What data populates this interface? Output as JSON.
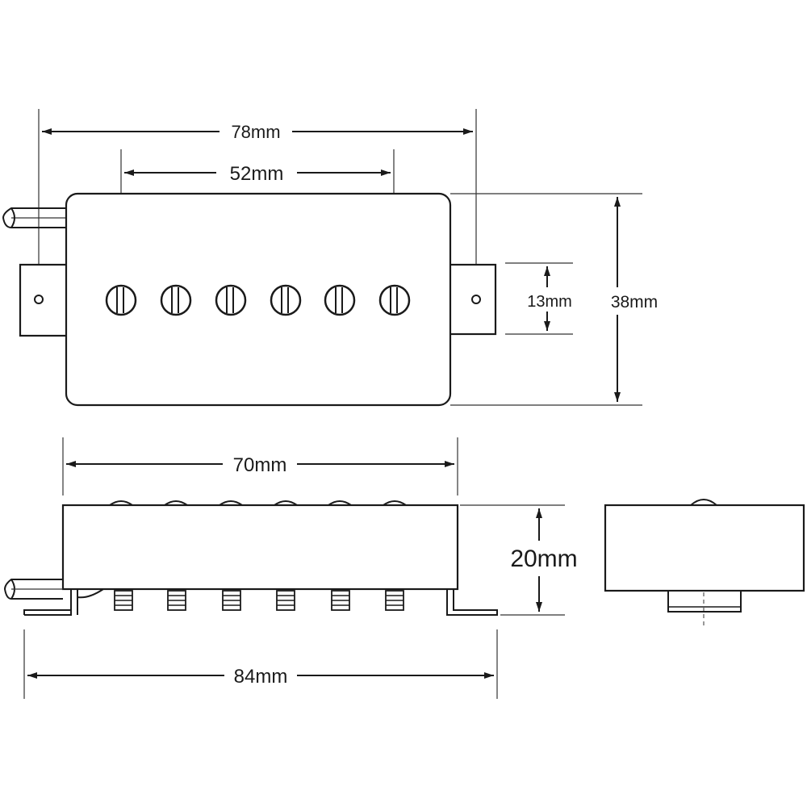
{
  "dimensions": {
    "overall_length_top": "78mm",
    "pole_spacing": "52mm",
    "mount_tab_height": "13mm",
    "overall_width": "38mm",
    "body_length": "70mm",
    "height": "20mm",
    "overall_length_bottom": "84mm"
  },
  "pole_count": 6,
  "colors": {
    "ink": "#1a1a1a",
    "background": "#ffffff"
  }
}
